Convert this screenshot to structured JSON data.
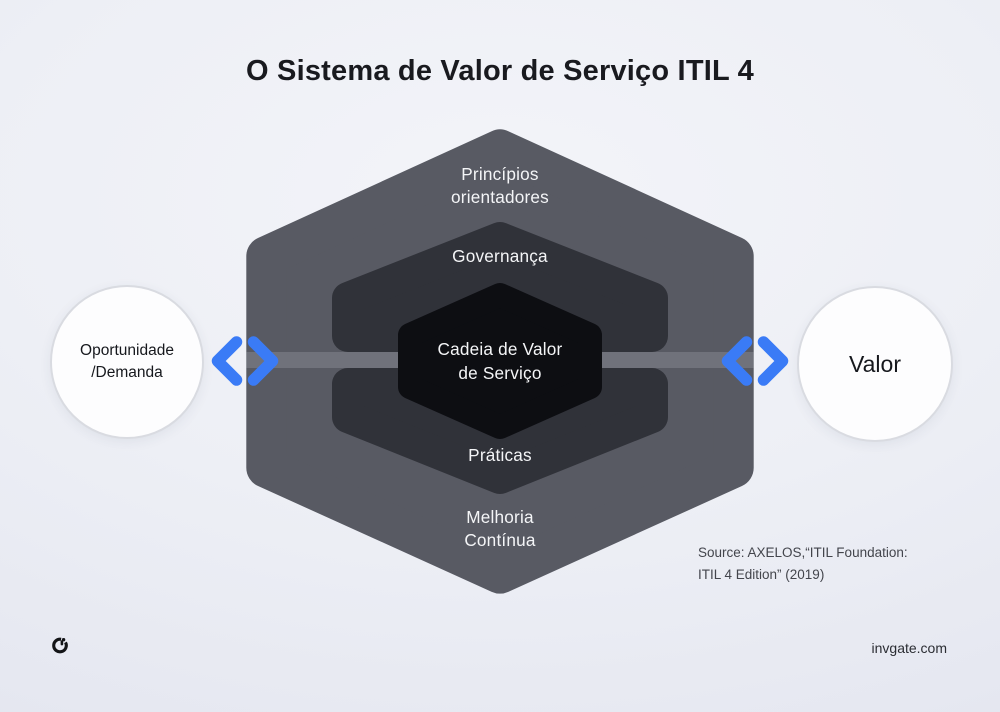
{
  "title": "O Sistema de Valor de Serviço ITIL 4",
  "diagram": {
    "outer_label_top": "Princípios\norientadores",
    "middle_label_top": "Governança",
    "center_label": "Cadeia de Valor\nde Serviço",
    "middle_label_bottom": "Práticas",
    "outer_label_bottom": "Melhoria\nContínua",
    "left_circle_label": "Oportunidade\n/Demanda",
    "right_circle_label": "Valor",
    "colors": {
      "outer_hex": "#585a63",
      "middle_hex": "#303239",
      "center_hex": "#0d0e12",
      "band": "#70727b",
      "arrow_blue": "#3a7bf6",
      "logo_black": "#131417"
    }
  },
  "source_note": "Source: AXELOS,“ITIL Foundation:\nITIL 4 Edition” (2019)",
  "footer": {
    "website": "invgate.com",
    "logo_icon": "invgate-logo-icon"
  }
}
